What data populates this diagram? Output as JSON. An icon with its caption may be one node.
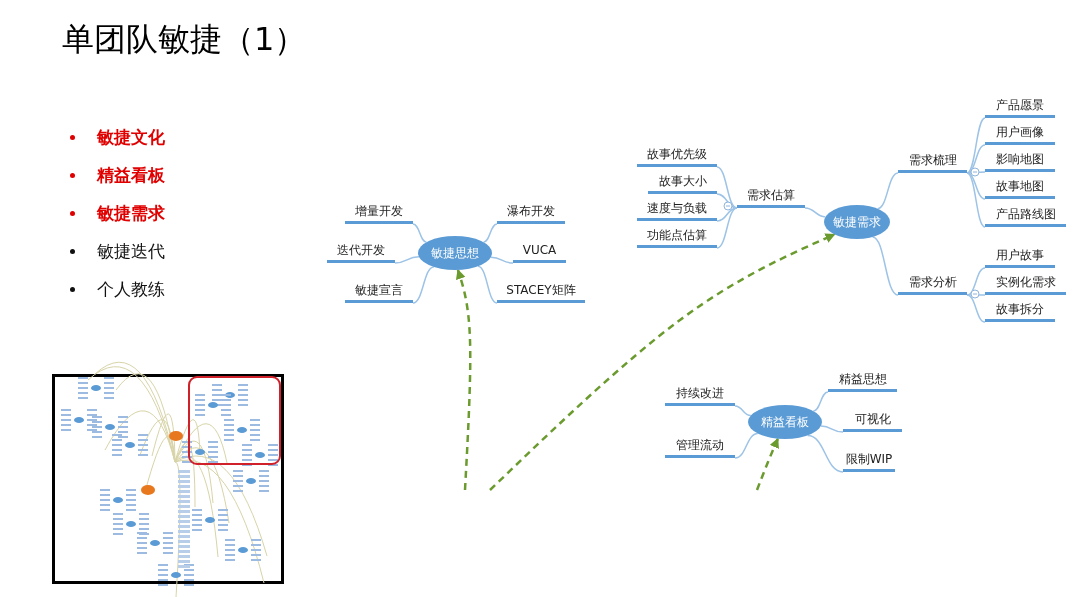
{
  "diagram": {
    "title": "单团队敏捷（1）",
    "nodes": [
      {
        "text": [
          "敏捷思想"
        ]
      },
      {
        "text": [
          "增量开发"
        ]
      },
      {
        "text": [
          "迭代开发"
        ]
      },
      {
        "text": [
          "敏捷宣言"
        ]
      },
      {
        "text": [
          "瀑布开发"
        ]
      },
      {
        "text": [
          "VUCA"
        ]
      },
      {
        "text": [
          "STACEY矩阵"
        ]
      },
      {
        "text": [
          "敏捷需求"
        ]
      },
      {
        "text": [
          "需求估算"
        ]
      },
      {
        "text": [
          "故事优先级"
        ]
      },
      {
        "text": [
          "故事大小"
        ]
      },
      {
        "text": [
          "速度与负载"
        ]
      },
      {
        "text": [
          "功能点估算"
        ]
      },
      {
        "text": [
          "需求梳理"
        ]
      },
      {
        "text": [
          "产品愿景"
        ]
      },
      {
        "text": [
          "用户画像"
        ]
      },
      {
        "text": [
          "影响地图"
        ]
      },
      {
        "text": [
          "故事地图"
        ]
      },
      {
        "text": [
          "产品路线图"
        ]
      },
      {
        "text": [
          "需求分析"
        ]
      },
      {
        "text": [
          "用户故事"
        ]
      },
      {
        "text": [
          "实例化需求"
        ]
      },
      {
        "text": [
          "故事拆分"
        ]
      },
      {
        "text": [
          "精益看板"
        ]
      },
      {
        "text": [
          "持续改进"
        ]
      },
      {
        "text": [
          "管理流动"
        ]
      },
      {
        "text": [
          "精益思想"
        ]
      },
      {
        "text": [
          "可视化"
        ]
      },
      {
        "text": [
          "限制WIP"
        ]
      }
    ],
    "edges": [
      {
        "from": 0,
        "to": 1,
        "arrow": "none"
      },
      {
        "from": 0,
        "to": 2,
        "arrow": "none"
      },
      {
        "from": 0,
        "to": 3,
        "arrow": "none"
      },
      {
        "from": 0,
        "to": 4,
        "arrow": "none"
      },
      {
        "from": 0,
        "to": 5,
        "arrow": "none"
      },
      {
        "from": 0,
        "to": 6,
        "arrow": "none"
      },
      {
        "from": 7,
        "to": 8,
        "arrow": "none"
      },
      {
        "from": 8,
        "to": 9,
        "arrow": "none"
      },
      {
        "from": 8,
        "to": 10,
        "arrow": "none"
      },
      {
        "from": 8,
        "to": 11,
        "arrow": "none"
      },
      {
        "from": 8,
        "to": 12,
        "arrow": "none"
      },
      {
        "from": 7,
        "to": 13,
        "arrow": "none"
      },
      {
        "from": 13,
        "to": 14,
        "arrow": "none"
      },
      {
        "from": 13,
        "to": 15,
        "arrow": "none"
      },
      {
        "from": 13,
        "to": 16,
        "arrow": "none"
      },
      {
        "from": 13,
        "to": 17,
        "arrow": "none"
      },
      {
        "from": 13,
        "to": 18,
        "arrow": "none"
      },
      {
        "from": 7,
        "to": 19,
        "arrow": "none"
      },
      {
        "from": 19,
        "to": 20,
        "arrow": "none"
      },
      {
        "from": 19,
        "to": 21,
        "arrow": "none"
      },
      {
        "from": 19,
        "to": 22,
        "arrow": "none"
      },
      {
        "from": 23,
        "to": 24,
        "arrow": "none"
      },
      {
        "from": 23,
        "to": 25,
        "arrow": "none"
      },
      {
        "from": 23,
        "to": 26,
        "arrow": "none"
      },
      {
        "from": 23,
        "to": 27,
        "arrow": "none"
      },
      {
        "from": 23,
        "to": 28,
        "arrow": "none"
      },
      {
        "from": null,
        "to": 0,
        "arrow": "to",
        "style": "dashed",
        "color": "#6b9b2f"
      },
      {
        "from": null,
        "to": 7,
        "arrow": "to",
        "style": "dashed",
        "color": "#6b9b2f"
      },
      {
        "from": null,
        "to": 23,
        "arrow": "to",
        "style": "dashed",
        "color": "#6b9b2f"
      }
    ],
    "labels": [
      "敏捷文化",
      "精益看板",
      "敏捷需求",
      "敏捷迭代",
      "个人教练"
    ]
  }
}
